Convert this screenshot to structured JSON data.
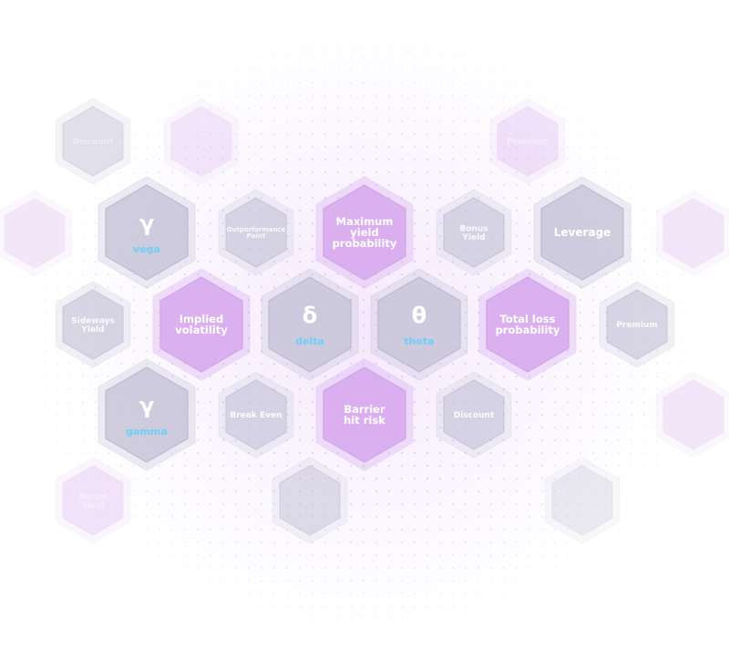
{
  "cells": [
    {
      "id": "discount-top-left",
      "label": "Discount"
    },
    {
      "id": "gamma-vega",
      "symbol": "γ",
      "sub": "vega"
    },
    {
      "id": "outperformance-point",
      "label": "Outperformance Point"
    },
    {
      "id": "maximum-yield-probability",
      "label": "Maximum yield probability"
    },
    {
      "id": "bonus-yield-top",
      "label": "Bonus Yield"
    },
    {
      "id": "leverage",
      "label": "Leverage"
    },
    {
      "id": "sideways-yield",
      "label": "Sideways Yield"
    },
    {
      "id": "implied-volatility",
      "label": "Implied volatility"
    },
    {
      "id": "delta",
      "symbol": "δ",
      "sub": "delta"
    },
    {
      "id": "theta",
      "symbol": "θ",
      "sub": "theta"
    },
    {
      "id": "total-loss-probability",
      "label": "Total loss probability"
    },
    {
      "id": "premium",
      "label": "Premium"
    },
    {
      "id": "gamma",
      "symbol": "γ",
      "sub": "gamma"
    },
    {
      "id": "break-even",
      "label": "Break Even"
    },
    {
      "id": "barrier-hit-risk",
      "label": "Barrier hit risk"
    },
    {
      "id": "discount",
      "label": "Discount"
    },
    {
      "id": "bonus-yield-faded",
      "label": "Bonus Yield"
    },
    {
      "id": "premium-faded",
      "label": "Premium"
    }
  ],
  "colors": {
    "gray_fill": "#c7c5d9",
    "gray_stroke": "#b3b0c9",
    "purple_fill": "#d7a6ee",
    "purple_stroke": "#c999e6",
    "sub_text": "#6ecff6"
  }
}
